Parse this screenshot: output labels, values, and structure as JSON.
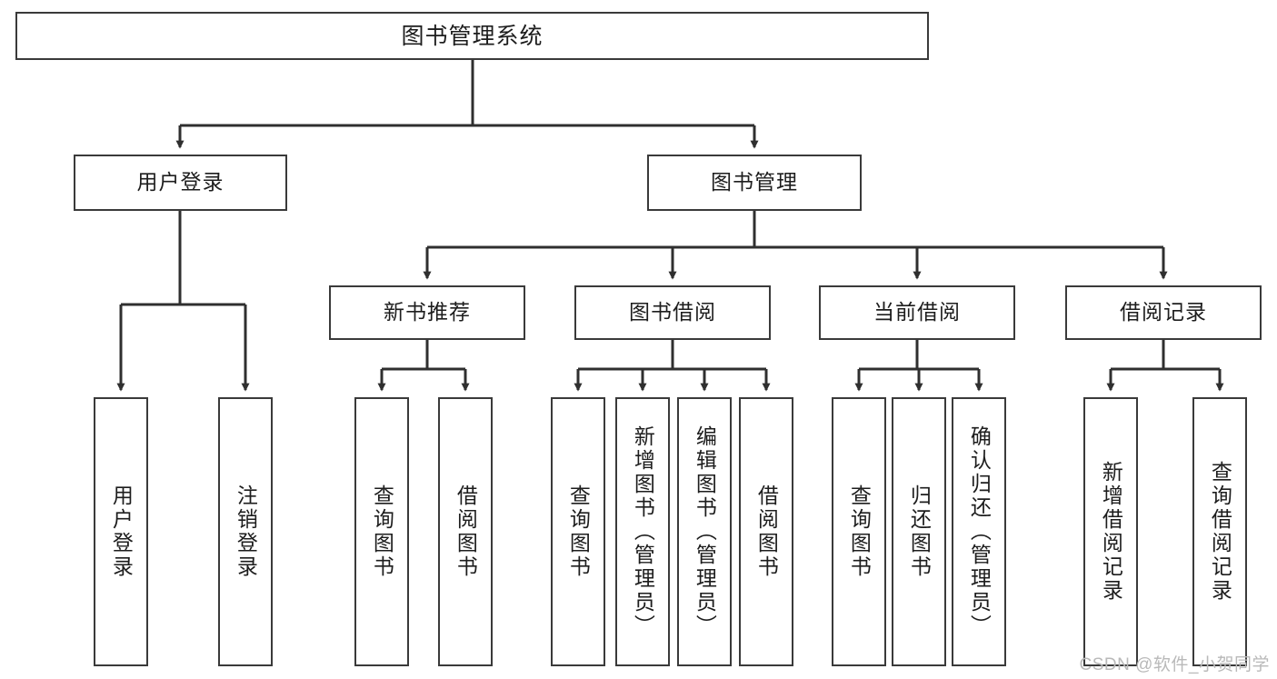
{
  "diagram": {
    "title": "图书管理系统",
    "watermark": "CSDN @软件_小贺同学",
    "colors": {
      "background": "#ffffff",
      "box_border": "#3a3a3a",
      "connector": "#2f2f2f",
      "text": "#1d1d1d",
      "watermark": "#b9b9b9"
    },
    "root": {
      "label": "图书管理系统"
    },
    "level2": [
      {
        "id": "user-login",
        "label": "用户登录"
      },
      {
        "id": "book-management",
        "label": "图书管理"
      }
    ],
    "level3": [
      {
        "id": "new-book-recommend",
        "label": "新书推荐"
      },
      {
        "id": "book-borrow",
        "label": "图书借阅"
      },
      {
        "id": "current-borrow",
        "label": "当前借阅"
      },
      {
        "id": "borrow-record",
        "label": "借阅记录"
      }
    ],
    "leaves": {
      "user-login": [
        {
          "id": "leaf-user-login",
          "label": "用户登录"
        },
        {
          "id": "leaf-logout",
          "label": "注销登录"
        }
      ],
      "new-book-recommend": [
        {
          "id": "leaf-query-book-1",
          "label": "查询图书"
        },
        {
          "id": "leaf-borrow-book-1",
          "label": "借阅图书"
        }
      ],
      "book-borrow": [
        {
          "id": "leaf-query-book-2",
          "label": "查询图书"
        },
        {
          "id": "leaf-add-book",
          "label": "新增图书（管理员）"
        },
        {
          "id": "leaf-edit-book",
          "label": "编辑图书（管理员）"
        },
        {
          "id": "leaf-borrow-book-2",
          "label": "借阅图书"
        }
      ],
      "current-borrow": [
        {
          "id": "leaf-query-book-3",
          "label": "查询图书"
        },
        {
          "id": "leaf-return-book",
          "label": "归还图书"
        },
        {
          "id": "leaf-confirm-return",
          "label": "确认归还（管理员）"
        }
      ],
      "borrow-record": [
        {
          "id": "leaf-add-record",
          "label": "新增借阅记录"
        },
        {
          "id": "leaf-query-record",
          "label": "查询借阅记录"
        }
      ]
    }
  }
}
